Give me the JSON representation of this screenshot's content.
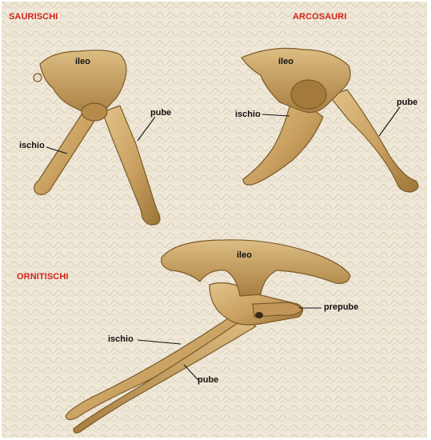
{
  "groups": {
    "saurischi": {
      "title": "SAURISCHI",
      "labels": {
        "ileo": "ileo",
        "pube": "pube",
        "ischio": "ischio"
      }
    },
    "arcosauri": {
      "title": "ARCOSAURI",
      "labels": {
        "ileo": "ileo",
        "pube": "pube",
        "ischio": "ischio"
      }
    },
    "ornitischi": {
      "title": "ORNITISCHI",
      "labels": {
        "ileo": "ileo",
        "prepube": "prepube",
        "ischio": "ischio",
        "pube": "pube"
      }
    }
  },
  "colors": {
    "title": "#d2231c",
    "label": "#111111",
    "bone_light": "#d9b779",
    "bone_mid": "#c49a55",
    "bone_dark": "#8a6530",
    "background": "#efe8d8",
    "frame": "#ffffff"
  }
}
